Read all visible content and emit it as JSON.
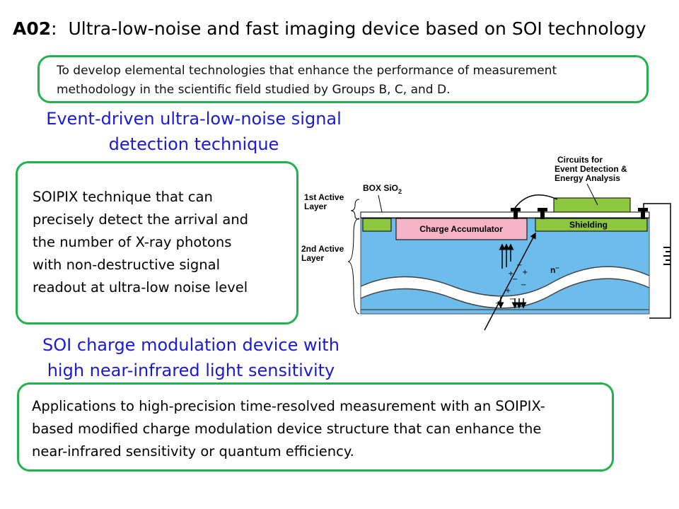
{
  "title": {
    "code": "A02",
    "sep": ":",
    "text": "Ultra-low-noise and fast imaging device based on SOI technology"
  },
  "goal": {
    "line1": "To develop elemental technologies that enhance the performance of measurement",
    "line2": "methodology in the scientific field studied by Groups B, C, and D."
  },
  "section1": {
    "heading_line1": "Event-driven ultra-low-noise signal",
    "heading_line2": "detection technique",
    "body": [
      "SOIPIX technique that can",
      "precisely detect the arrival and",
      "the number of X-ray photons",
      "with non-destructive signal",
      "readout at ultra-low noise level"
    ]
  },
  "section2": {
    "heading_line1": "SOI charge modulation device with",
    "heading_line2": "high near-infrared light sensitivity",
    "body": [
      "Applications to high-precision time-resolved measurement with an SOIPIX-",
      "based modified charge modulation device structure that can enhance the",
      "near-infrared sensitivity or quantum efficiency."
    ]
  },
  "diagram": {
    "circuits_label": [
      "Circuits for",
      "Event Detection &",
      "Energy Analysis"
    ],
    "box_label": "BOX SiO",
    "box_sub": "2",
    "first_layer": [
      "1st Active",
      "Layer"
    ],
    "second_layer": [
      "2nd Active",
      "Layer"
    ],
    "charge_accumulator": "Charge Accumulator",
    "shielding": "Shielding",
    "n_region": "n",
    "n_sup": "--",
    "colors": {
      "silicon": "#6cbcec",
      "green": "#8dc63f",
      "pink": "#f5b3c8",
      "box_line": "#000000"
    }
  }
}
